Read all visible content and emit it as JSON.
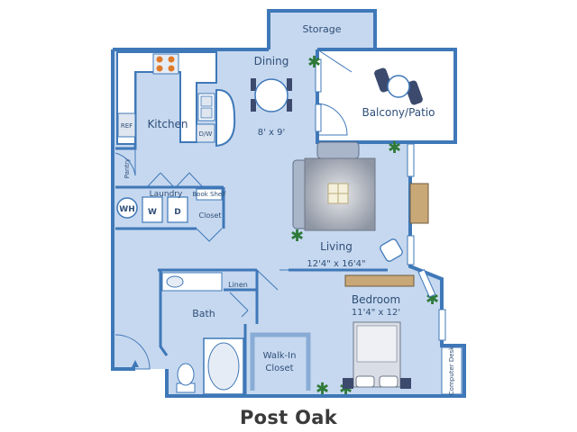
{
  "plan_name": "Post Oak",
  "rooms": {
    "storage": "Storage",
    "dining": "Dining",
    "dining_dim": "8' x 9'",
    "balcony": "Balcony/Patio",
    "kitchen": "Kitchen",
    "ref": "REF",
    "dw": "D/W",
    "pantry": "Pantry",
    "laundry": "Laundry",
    "wh": "WH",
    "washer": "W",
    "dryer": "D",
    "book_shelf": "Book Shelf",
    "closet": "Closet",
    "living": "Living",
    "living_dim": "12'4\" x 16'4\"",
    "linen": "Linen",
    "bedroom": "Bedroom",
    "bedroom_dim": "11'4\" x 12'",
    "bath": "Bath",
    "walk_in": "Walk-In",
    "closet2": "Closet",
    "computer_desk": "Computer Desk"
  },
  "colors": {
    "wall": "#3f78b8",
    "floor": "#c6d8ef",
    "accent_plant": "#2f7a3a"
  }
}
